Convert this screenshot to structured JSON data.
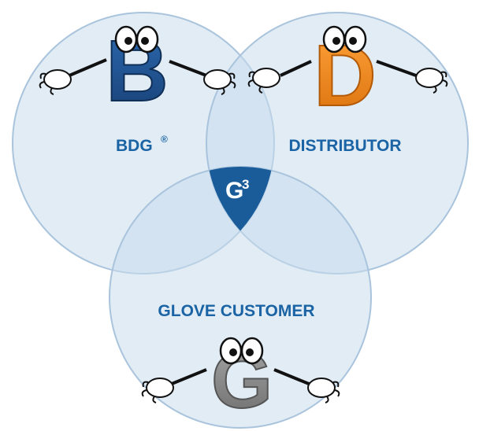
{
  "diagram": {
    "circles": [
      {
        "id": "bdg",
        "label": "BDG",
        "label_mark": "®",
        "letter": "B",
        "letter_color": "#1f4f8f"
      },
      {
        "id": "distributor",
        "label": "DISTRIBUTOR",
        "letter": "D",
        "letter_color": "#f08a1c"
      },
      {
        "id": "glove-customer",
        "label": "GLOVE CUSTOMER",
        "letter": "G",
        "letter_color": "#8a8a8a"
      }
    ],
    "center": {
      "label": "G",
      "superscript": "3"
    },
    "colors": {
      "circle_fill": "#c9dcec",
      "circle_stroke": "#a9c4dc",
      "label": "#1a63a4",
      "center_fill": "#1a5c9a"
    }
  }
}
